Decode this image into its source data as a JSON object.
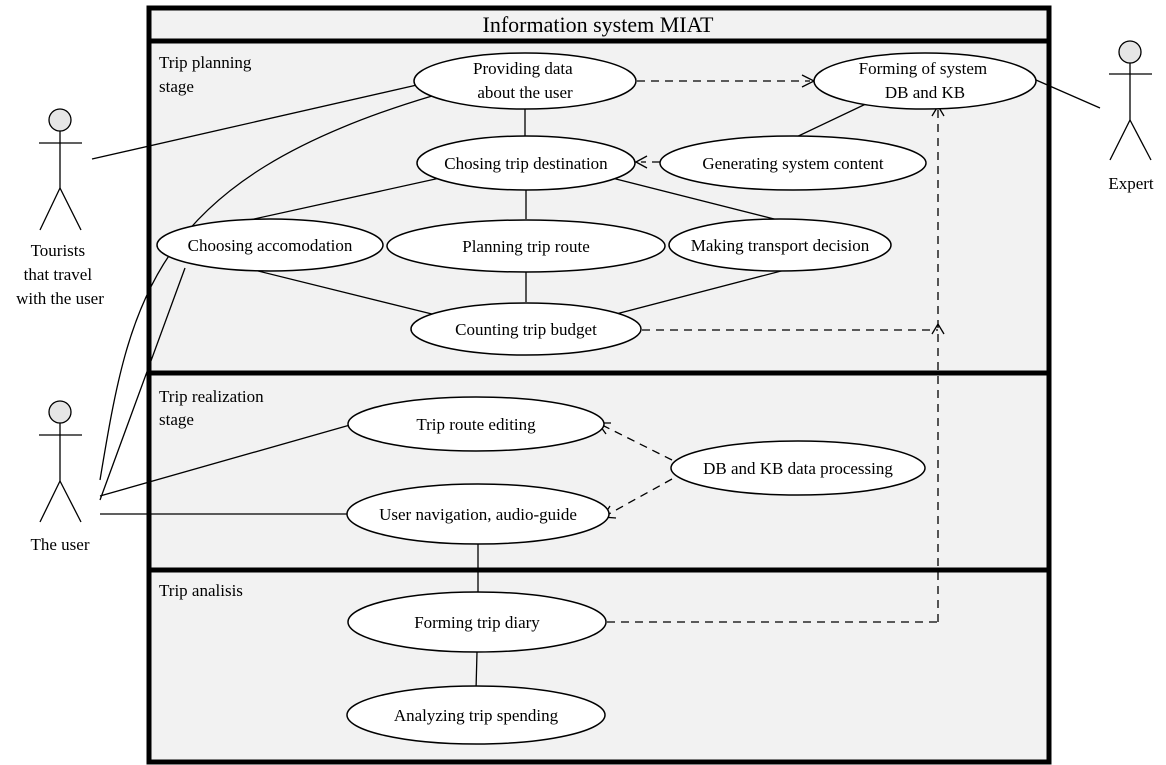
{
  "system": {
    "title": "Information system MIAT"
  },
  "stages": {
    "planning": [
      "Trip planning",
      "stage"
    ],
    "realization": [
      "Trip realization",
      "stage"
    ],
    "analysis": [
      "Trip analisis"
    ]
  },
  "actors": {
    "tourists": [
      "Tourists",
      "that travel",
      "with the user"
    ],
    "user": [
      "The user"
    ],
    "expert": [
      "Expert"
    ]
  },
  "use_cases": {
    "providing_data": [
      "Providing data",
      "about the user"
    ],
    "forming_db": [
      "Forming of system",
      "DB and KB"
    ],
    "choosing_destination": [
      "Chosing trip destination"
    ],
    "generating_content": [
      "Generating system content"
    ],
    "choosing_accommodation": [
      "Choosing accomodation"
    ],
    "planning_route": [
      "Planning trip route"
    ],
    "transport_decision": [
      "Making transport decision"
    ],
    "counting_budget": [
      "Counting trip budget"
    ],
    "route_editing": [
      "Trip route editing"
    ],
    "db_processing": [
      "DB and KB data processing"
    ],
    "navigation": [
      "User navigation, audio-guide"
    ],
    "forming_diary": [
      "Forming trip diary"
    ],
    "analyzing_spending": [
      "Analyzing trip spending"
    ]
  },
  "colors": {
    "frame_fill": "#f2f2f2",
    "line": "#000000",
    "usecase_fill": "#ffffff"
  }
}
